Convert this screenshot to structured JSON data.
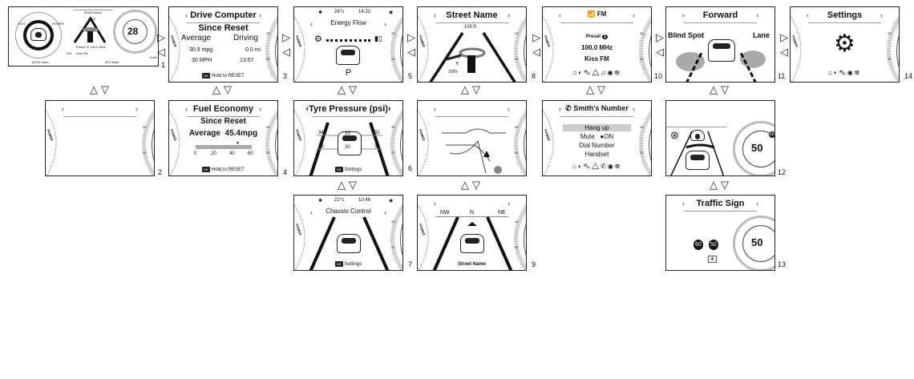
{
  "gauge": {
    "power_label": "POWER",
    "tick_high": "40",
    "tick_low": "20"
  },
  "nav": {
    "prev": "‹",
    "next": "›",
    "right_arrow": "▷",
    "left_arrow": "◁",
    "up_arrow": "△",
    "down_arrow": "▽",
    "ok": "OK"
  },
  "p1": {
    "number": "1",
    "street": "Street Name",
    "dist": "100 ft",
    "speed": "28",
    "radio": "Preset ① 100.0 MHz",
    "station": "Kiss FM",
    "band": "FM",
    "odo": "13278 miles",
    "range": "451 miles",
    "eco": "ECO",
    "power": "POWER",
    "unit": "Km/h",
    "ticks": [
      "60",
      "80",
      "100",
      "120",
      "140",
      "40",
      "20",
      "0"
    ]
  },
  "p2": {
    "number": "2"
  },
  "p3": {
    "number": "3",
    "title": "Drive Computer",
    "sub": "Since Reset",
    "col1": "Average",
    "col2": "Driving",
    "mpg": "30.9 mpg",
    "dist": "0.0 mi",
    "speed": "30 MPH",
    "time": "13:57",
    "hint": "Hold to RESET"
  },
  "p4": {
    "number": "4",
    "title": "Fuel Economy",
    "sub": "Since Reset",
    "avg": "Average  45.4mpg",
    "value": 45.4,
    "scale": [
      "0",
      "20",
      "40",
      "60"
    ],
    "hint": "Hold to RESET"
  },
  "p5": {
    "number": "5",
    "temp": "24°c",
    "time": "14:32",
    "title": "Energy Flow",
    "gear": "P"
  },
  "p6": {
    "number": "6",
    "title": "‹Tyre Pressure (psi)›",
    "fl": "34",
    "fr": "32",
    "rl": "29",
    "rr": "32",
    "spare": "33",
    "rear": "30",
    "hint": "Settings"
  },
  "p7": {
    "number": "7",
    "temp": "22°c",
    "time": "10:46",
    "title": "Chassis Control",
    "hint": "Settings"
  },
  "p8": {
    "number": "8",
    "title": "Street Name",
    "dist": "100 ft",
    "d0": "0",
    "ft": "ft",
    "d1000": "1000-"
  },
  "p9": {
    "number": "9",
    "nw": "NW",
    "n": "N",
    "ne": "NE",
    "street": "Street Name"
  },
  "p10": {
    "number": "10",
    "title": "FM",
    "preset": "Preset",
    "preset_num": "1",
    "freq": "100.0 MHz",
    "station": "Kiss FM"
  },
  "phone": {
    "title": "Smith's Number",
    "items": [
      "Hang up",
      "Mute",
      "Dial Number",
      "Handset"
    ],
    "mute_state": "●ON"
  },
  "p11": {
    "number": "11",
    "title": "Forward",
    "left": "Blind Spot",
    "right": "Lane"
  },
  "p12": {
    "number": "12",
    "speed": "50",
    "limit": "60"
  },
  "p13": {
    "number": "13",
    "title": "Traffic Sign",
    "sign1": "60",
    "sign2": "50",
    "speed": "50"
  },
  "p14": {
    "number": "14",
    "title": "Settings"
  }
}
